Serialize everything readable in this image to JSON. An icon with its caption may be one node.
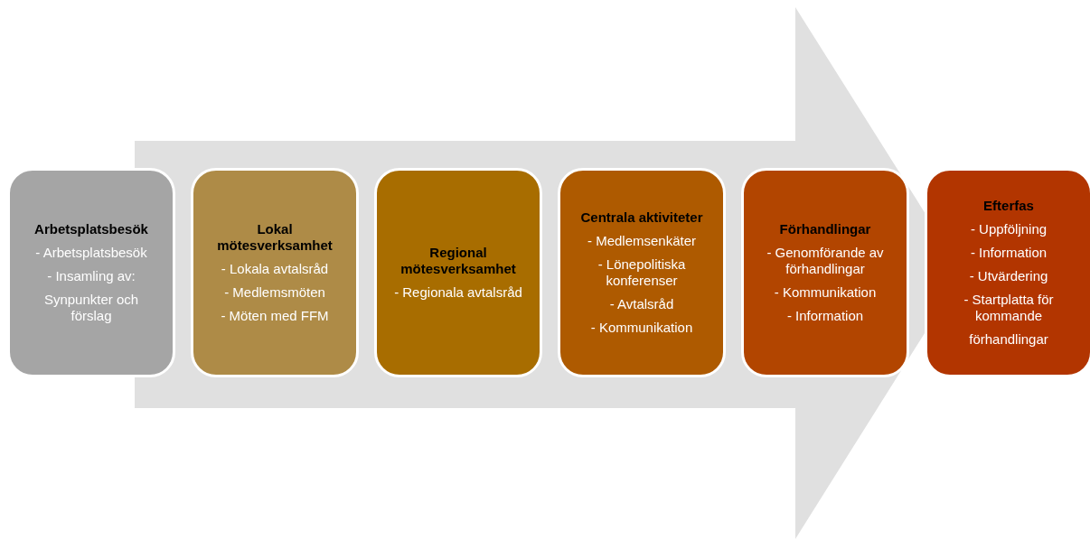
{
  "diagram": {
    "nodes": [
      {
        "text": [
          "Arbetsplatsbesök",
          "- Arbetsplatsbesök",
          "- Insamling av:",
          "Synpunkter och förslag"
        ]
      },
      {
        "text": [
          "Lokal mötesverksamhet",
          "- Lokala avtalsråd",
          "- Medlemsmöten",
          "- Möten med FFM"
        ]
      },
      {
        "text": [
          "Regional mötesverksamhet",
          "- Regionala avtalsråd"
        ]
      },
      {
        "text": [
          "Centrala aktiviteter",
          "- Medlemsenkäter",
          "- Lönepolitiska konferenser",
          "- Avtalsråd",
          "- Kommunikation"
        ]
      },
      {
        "text": [
          "Förhandlingar",
          "- Genomförande av förhandlingar",
          "- Kommunikation",
          "- Information"
        ]
      },
      {
        "text": [
          "Efterfas",
          "- Uppföljning",
          "- Information",
          "- Utvärdering",
          "- Startplatta för kommande",
          "förhandlingar"
        ]
      }
    ],
    "edges": [
      {
        "from": 0,
        "to": 5,
        "arrow": "to"
      }
    ]
  }
}
